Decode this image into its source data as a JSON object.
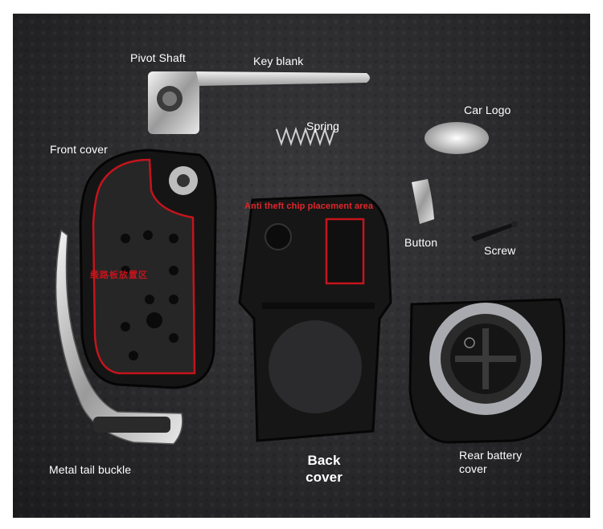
{
  "labels": {
    "pivot_shaft": "Pivot Shaft",
    "key_blank": "Key blank",
    "spring": "Spring",
    "car_logo": "Car Logo",
    "front_cover": "Front cover",
    "anti_theft": "Anti theft chip placement area",
    "button": "Button",
    "screw": "Screw",
    "circuit_board_area": "线路板放置区",
    "metal_tail_buckle": "Metal tail buckle",
    "back_cover": "Back cover",
    "rear_battery_cover": "Rear battery cover"
  }
}
